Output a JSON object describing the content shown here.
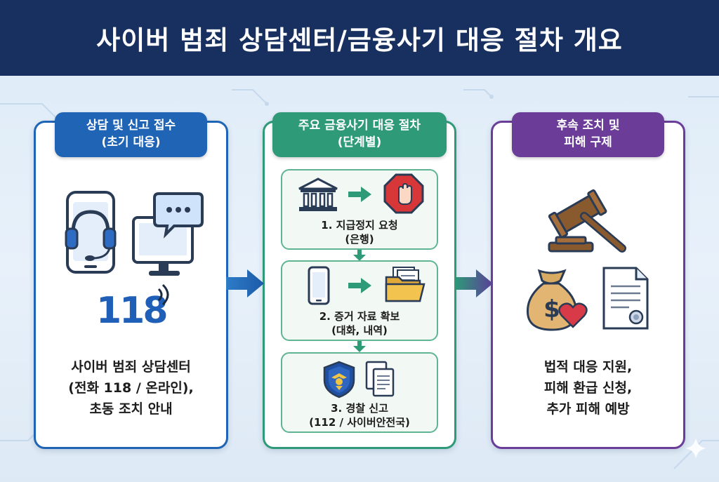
{
  "header": {
    "title": "사이버 범죄 상담센터/금융사기 대응 절차 개요"
  },
  "panels": [
    {
      "tab": [
        "상담 및 신고 접수",
        "(초기 대응)"
      ],
      "number": "118",
      "text": [
        "사이버 범죄 상담센터",
        "(전화 118 / 온라인),",
        "초동 조치 안내"
      ],
      "color": "#1f64b5"
    },
    {
      "tab": [
        "주요 금융사기 대응 절차",
        "(단계별)"
      ],
      "steps": [
        {
          "label": [
            "1. 지급정지 요청",
            "(은행)"
          ]
        },
        {
          "label": [
            "2. 증거 자료 확보",
            "(대화, 내역)"
          ]
        },
        {
          "label": [
            "3. 경찰 신고",
            "(112 / 사이버안전국)"
          ]
        }
      ],
      "color": "#2e9a78"
    },
    {
      "tab": [
        "후속 조치 및",
        "피해 구제"
      ],
      "text": [
        "법적 대응 지원,",
        "피해 환급 신청,",
        "추가 피해 예방"
      ],
      "color": "#6b3d98"
    }
  ],
  "icons": {
    "panel1": [
      "phone-headset-icon",
      "chat-monitor-icon",
      "signal-wave-icon"
    ],
    "step1": [
      "bank-icon",
      "arrow-right-icon",
      "stop-hand-icon"
    ],
    "step2": [
      "smartphone-icon",
      "arrow-right-icon",
      "folder-documents-icon"
    ],
    "step3": [
      "police-badge-icon",
      "documents-icon"
    ],
    "panel3": [
      "gavel-icon",
      "money-bag-heart-icon",
      "certificate-icon"
    ]
  }
}
